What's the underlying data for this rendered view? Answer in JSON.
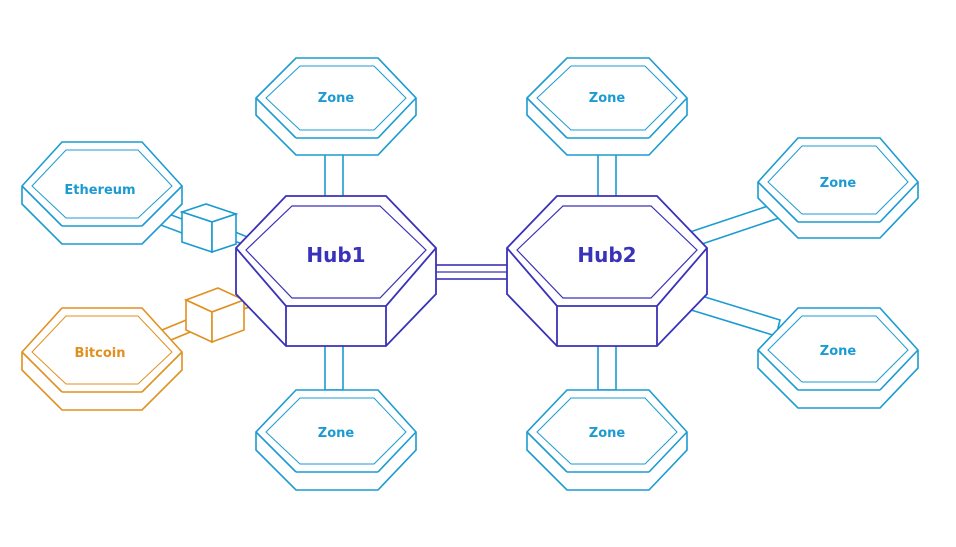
{
  "colors": {
    "zone": "#1b9bd1",
    "hub": "#3a32b8",
    "bitcoin": "#e0901f",
    "background": "#ffffff"
  },
  "hubs": [
    {
      "id": "hub1",
      "label": "Hub1"
    },
    {
      "id": "hub2",
      "label": "Hub2"
    }
  ],
  "zones": [
    {
      "id": "hub1-top",
      "label": "Zone"
    },
    {
      "id": "hub1-bottom",
      "label": "Zone"
    },
    {
      "id": "hub2-top",
      "label": "Zone"
    },
    {
      "id": "hub2-bottom",
      "label": "Zone"
    },
    {
      "id": "hub2-upper-right",
      "label": "Zone"
    },
    {
      "id": "hub2-lower-right",
      "label": "Zone"
    }
  ],
  "external_chains": [
    {
      "id": "ethereum",
      "label": "Ethereum"
    },
    {
      "id": "bitcoin",
      "label": "Bitcoin"
    }
  ]
}
